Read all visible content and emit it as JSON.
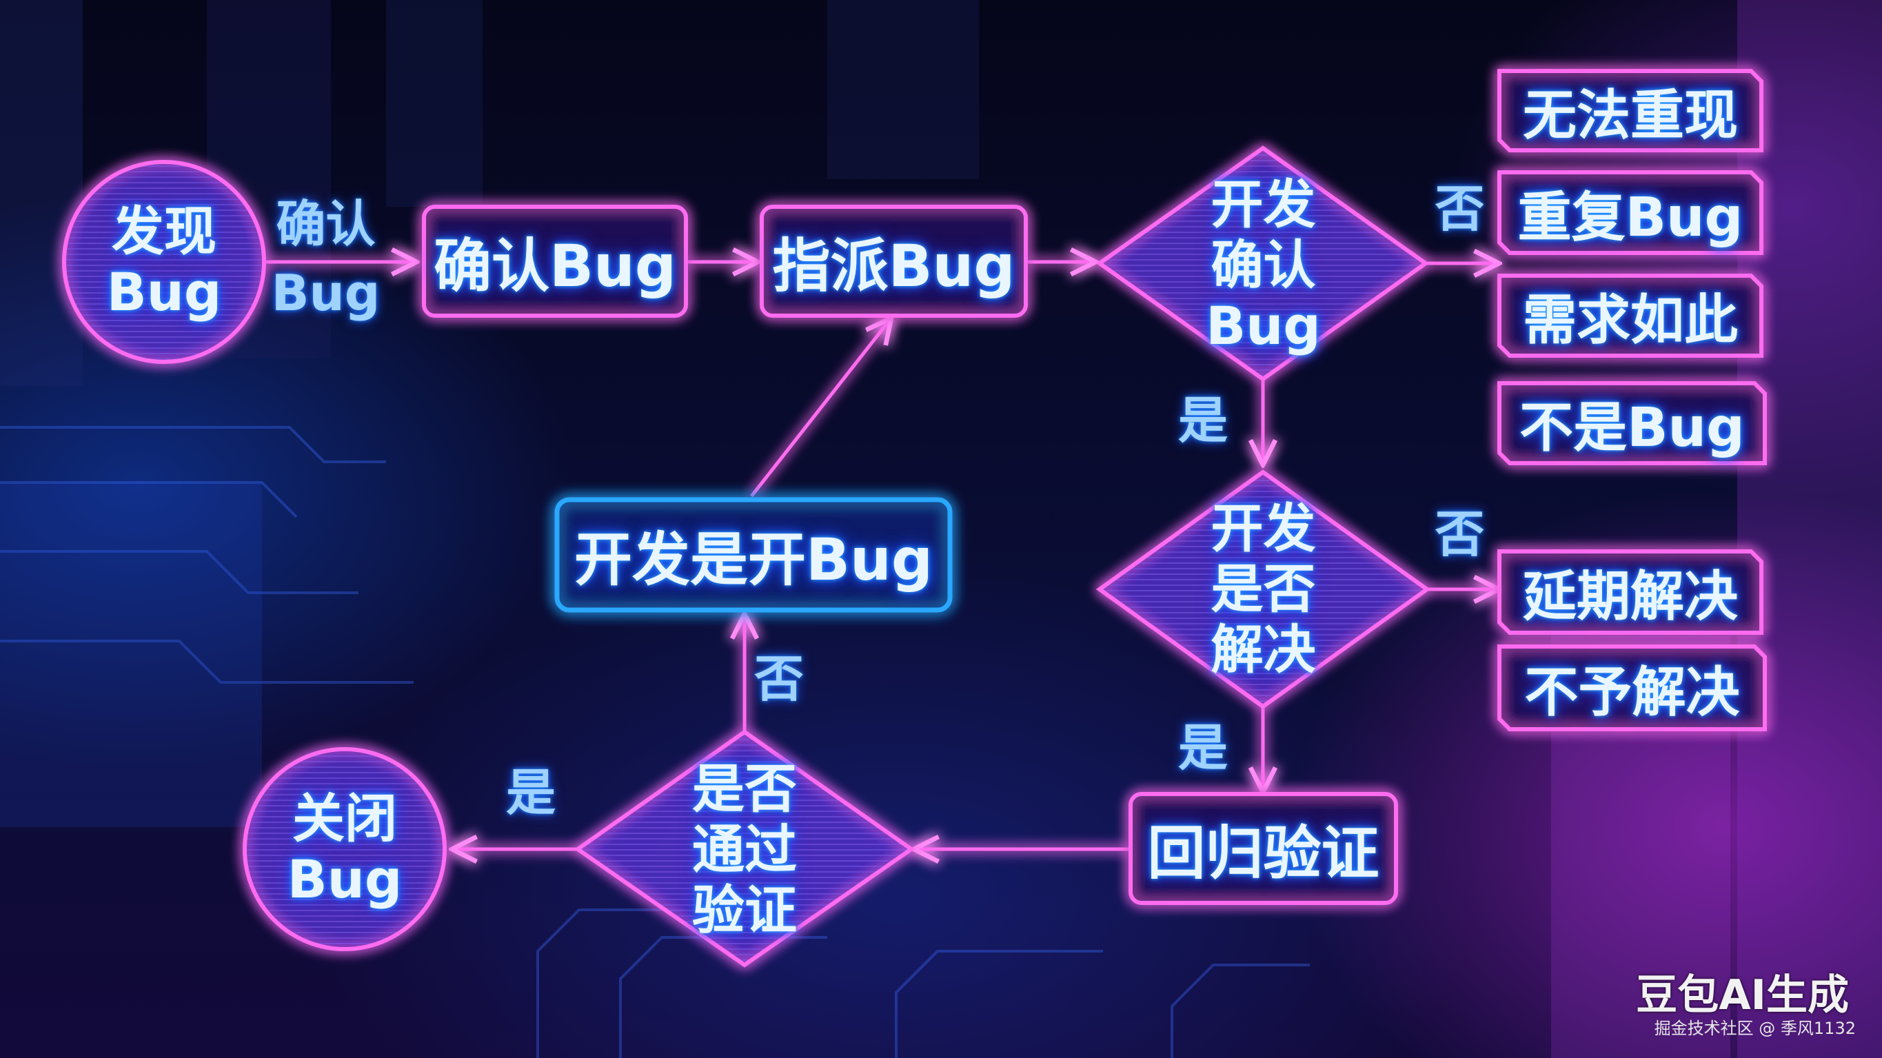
{
  "colors": {
    "neon_pink": "#ff5cf2",
    "neon_blue": "#2aa8ff",
    "label_blue": "#9fd2ff"
  },
  "nodes": {
    "discover_bug": "发现\nBug",
    "confirm_bug": "确认Bug",
    "assign_bug": "指派Bug",
    "dev_confirm_bug": "开发\n确认\nBug",
    "cannot_reproduce": "无法重现",
    "duplicate_bug": "重复Bug",
    "by_design": "需求如此",
    "not_a_bug": "不是Bug",
    "dev_resolved": "开发\n是否\n解决",
    "deferred": "延期解决",
    "wont_fix": "不予解决",
    "regression_verify": "回归验证",
    "passed_verify": "是否\n通过\n验证",
    "close_bug": "关闭\nBug",
    "dev_reopen_bug": "开发是开Bug"
  },
  "edge_labels": {
    "confirm": "确认\nBug",
    "no_1": "否",
    "yes_1": "是",
    "no_2": "否",
    "yes_2": "是",
    "yes_3": "是",
    "no_3": "否"
  },
  "watermark": {
    "main": "豆包AI生成",
    "sub": "掘金技术社区 @ 季风1132"
  }
}
